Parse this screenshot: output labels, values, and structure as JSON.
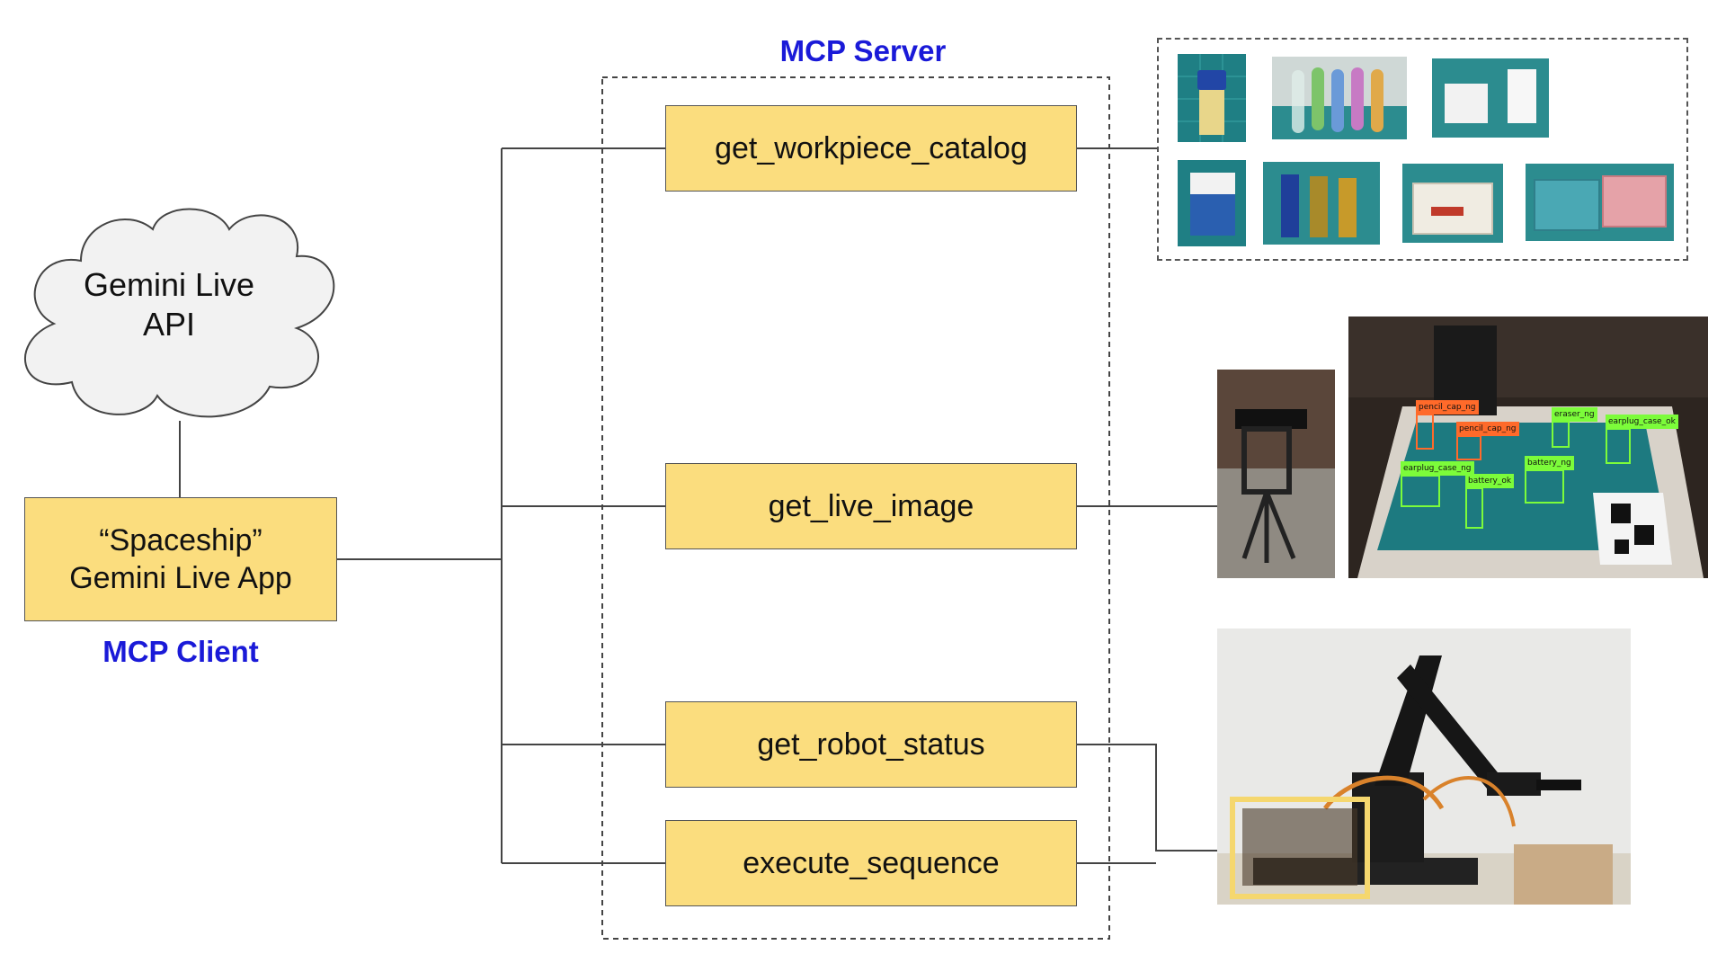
{
  "cloud": {
    "line1": "Gemini Live",
    "line2": "API"
  },
  "client": {
    "line1": "“Spaceship”",
    "line2": "Gemini Live App",
    "label": "MCP Client"
  },
  "server": {
    "label": "MCP Server"
  },
  "tools": {
    "catalog": "get_workpiece_catalog",
    "live_image": "get_live_image",
    "robot_status": "get_robot_status",
    "execute": "execute_sequence"
  },
  "detections": {
    "pencil_cap_ng_1": "pencil_cap_ng",
    "pencil_cap_ng_2": "pencil_cap_ng",
    "eraser_ng": "eraser_ng",
    "earplug_case_ok": "earplug_case_ok",
    "earplug_case_ng": "earplug_case_ng",
    "battery_ng": "battery_ng",
    "battery_ok": "battery_ok"
  },
  "colors": {
    "box_fill": "#fbdd7e",
    "label_blue": "#1a1ad8",
    "ok_box": "#7CFC3A",
    "ng_box": "#ff6a2a",
    "highlight": "#f5d76e"
  }
}
